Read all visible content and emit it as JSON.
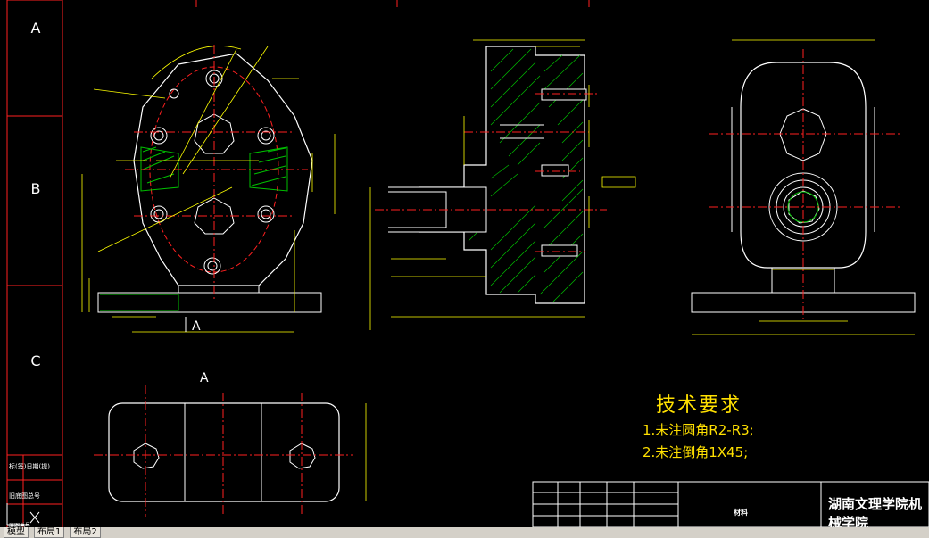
{
  "zones": [
    "A",
    "B",
    "C"
  ],
  "view_label_a": "A",
  "section_label_a": "A",
  "tech_requirements": {
    "title": "技术要求",
    "items": [
      "1.未注圆角R2-R3;",
      "2.未注倒角1X45;"
    ]
  },
  "title_block": {
    "school": "湖南文理学院机械学院",
    "material_label": "材料"
  },
  "sidebar_labels": [
    "标(签)日期(提)",
    "旧底图总号",
    "底图总号"
  ],
  "layout_tabs": [
    "模型",
    "布局1",
    "布局2"
  ],
  "colors": {
    "background": "#000000",
    "outline": "#ffffff",
    "centerline": "#ff2020",
    "dimension": "#ffff00",
    "hatch": "#00c000",
    "frame": "#ff2020"
  },
  "icons": [
    "ucs-axis-icon"
  ]
}
